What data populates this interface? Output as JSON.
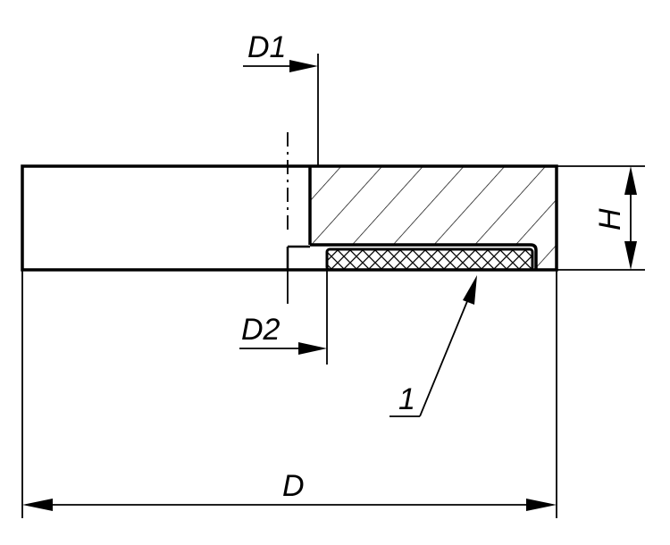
{
  "drawing": {
    "labels": {
      "d1": "D1",
      "d2": "D2",
      "d": "D",
      "h": "H",
      "item": "1"
    },
    "colors": {
      "line": "#000000",
      "background": "#ffffff"
    }
  }
}
